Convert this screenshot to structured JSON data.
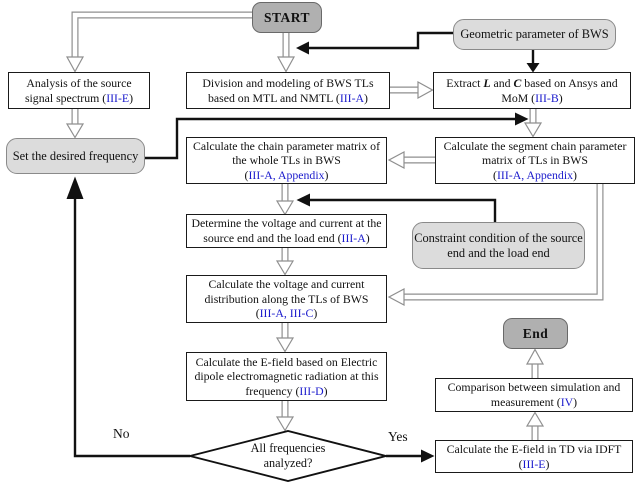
{
  "colors": {
    "reference_blue": "#1a1acc",
    "rounded_light_gray": "#dcdcdc",
    "terminal_dark_gray": "#b0b0b0",
    "hollow_arrow_gray": "#8f8f8f",
    "solid_arrow_black": "#111111"
  },
  "nodes": {
    "start": {
      "label": "START"
    },
    "geometric": {
      "label": "Geometric parameter of BWS"
    },
    "analysis": {
      "l1": "Analysis of the source",
      "l2a": "signal spectrum (",
      "ref": "III-E",
      "l2b": ")"
    },
    "division": {
      "l1": "Division and modeling of BWS TLs",
      "l2a": "based on MTL and NMTL (",
      "ref": "III-A",
      "l2b": ")"
    },
    "extract": {
      "l1a": "Extract ",
      "L": "L",
      "l1b": " and ",
      "C": "C",
      "l1c": " based on Ansys and",
      "l2a": "MoM (",
      "ref": "III-B",
      "l2b": ")"
    },
    "set": {
      "label": "Set the desired frequency"
    },
    "chain": {
      "l1": "Calculate the chain parameter matrix of",
      "l2": "the whole TLs in BWS",
      "l3a": "(",
      "ref": "III-A, Appendix",
      "l3b": ")"
    },
    "segment": {
      "l1": "Calculate the segment chain parameter",
      "l2": "matrix of TLs in BWS",
      "l3a": "(",
      "ref": "III-A, Appendix",
      "l3b": ")"
    },
    "determine": {
      "l1": "Determine the voltage and current at the",
      "l2a": "source end and the load end (",
      "ref": "III-A",
      "l2b": ")"
    },
    "constraint": {
      "l1": "Constraint condition of the source",
      "l2": "end and the load end"
    },
    "distribution": {
      "l1": "Calculate the voltage and current",
      "l2": "distribution along the TLs of BWS",
      "l3a": "(",
      "ref": "III-A, III-C",
      "l3b": ")"
    },
    "efield": {
      "l1": "Calculate the E-field based on Electric",
      "l2": "dipole electromagnetic radiation at this",
      "l3a": "frequency (",
      "ref": "III-D",
      "l3b": ")"
    },
    "diamond": {
      "l1": "All frequencies",
      "l2": "analyzed?"
    },
    "end": {
      "label": "End"
    },
    "comparison": {
      "l1": "Comparison between simulation and",
      "l2a": "measurement (",
      "ref": "IV",
      "l2b": ")"
    },
    "idft": {
      "l1": "Calculate the E-field in TD via IDFT",
      "l2a": "(",
      "ref": "III-E",
      "l2b": ")"
    }
  },
  "labels": {
    "no": "No",
    "yes": "Yes"
  },
  "edges": [
    {
      "from": "start",
      "to": "analysis",
      "style": "hollow"
    },
    {
      "from": "start",
      "to": "division",
      "style": "hollow"
    },
    {
      "from": "geometric",
      "to": "division",
      "style": "black"
    },
    {
      "from": "geometric",
      "to": "extract",
      "style": "black"
    },
    {
      "from": "division",
      "to": "extract",
      "style": "hollow"
    },
    {
      "from": "extract",
      "to": "segment",
      "style": "hollow"
    },
    {
      "from": "set",
      "to": "segment",
      "style": "black"
    },
    {
      "from": "segment",
      "to": "chain",
      "style": "hollow"
    },
    {
      "from": "analysis",
      "to": "set",
      "style": "hollow"
    },
    {
      "from": "chain",
      "to": "determine",
      "style": "hollow"
    },
    {
      "from": "constraint",
      "to": "determine",
      "style": "black"
    },
    {
      "from": "determine",
      "to": "distribution",
      "style": "hollow"
    },
    {
      "from": "segment",
      "to": "distribution",
      "style": "hollow"
    },
    {
      "from": "distribution",
      "to": "efield",
      "style": "hollow"
    },
    {
      "from": "efield",
      "to": "diamond",
      "style": "hollow"
    },
    {
      "from": "diamond",
      "to": "set",
      "style": "black",
      "label": "No"
    },
    {
      "from": "diamond",
      "to": "idft",
      "style": "black",
      "label": "Yes"
    },
    {
      "from": "idft",
      "to": "comparison",
      "style": "hollow"
    },
    {
      "from": "comparison",
      "to": "end",
      "style": "hollow"
    }
  ]
}
